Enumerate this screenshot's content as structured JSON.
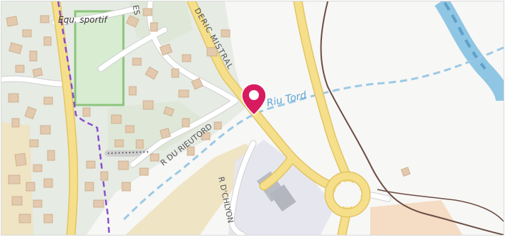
{
  "map": {
    "labels": {
      "street_top": "ES",
      "facility": "Equ. sportif",
      "road_mistral": "DERIC MISTRAL",
      "river": "Riu Tord",
      "road_rieutord": "R DU RIEUTORD",
      "road_lyon": "R D'CHLYON"
    },
    "marker": {
      "name": "location-pin",
      "color": "#d81b60"
    },
    "colors": {
      "land": "#f7f7f5",
      "residential": "#e6ebe4",
      "building": "#e3c9ad",
      "building_stroke": "#c9a985",
      "sports_field": "#d7ecd1",
      "sports_field_border": "#8cc47b",
      "major_road": "#f6df8a",
      "major_road_casing": "#e2c463",
      "minor_road": "#ffffff",
      "minor_road_casing": "#cfcfcf",
      "water": "#8fc6e3",
      "stream": "#9bc9e6",
      "trail": "#8a4ecb",
      "sand": "#efe4c3",
      "industrial": "#e6e7ee",
      "beige_area": "#f5dcc4",
      "boundary": "#6b4c43"
    }
  }
}
